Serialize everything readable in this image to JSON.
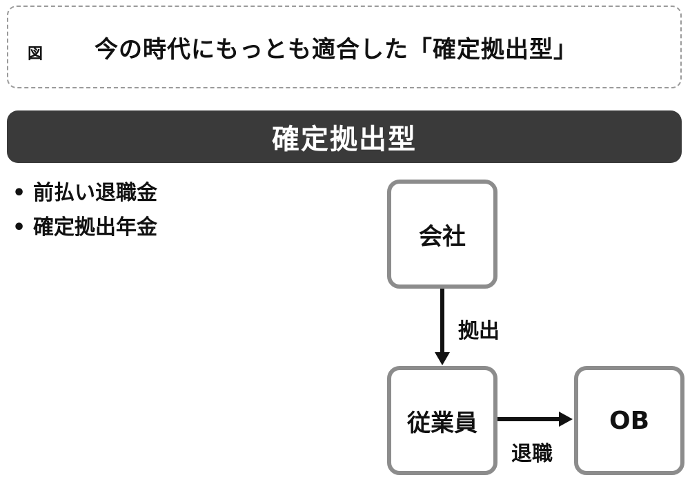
{
  "header": {
    "figure_label": "図",
    "title": "今の時代にもっとも適合した「確定拠出型」"
  },
  "banner": {
    "text": "確定拠出型"
  },
  "bullets": [
    {
      "marker": "•",
      "text": "前払い退職金"
    },
    {
      "marker": "•",
      "text": "確定拠出年金"
    }
  ],
  "diagram": {
    "nodes": {
      "company": "会社",
      "employee": "従業員",
      "ob": "OB"
    },
    "edges": {
      "company_to_employee": "拠出",
      "employee_to_ob": "退職"
    }
  },
  "colors": {
    "banner_bg": "#3a3a3a",
    "node_border": "#8c8c8c",
    "dashed_border": "#9a9a9a",
    "arrow": "#111111"
  }
}
